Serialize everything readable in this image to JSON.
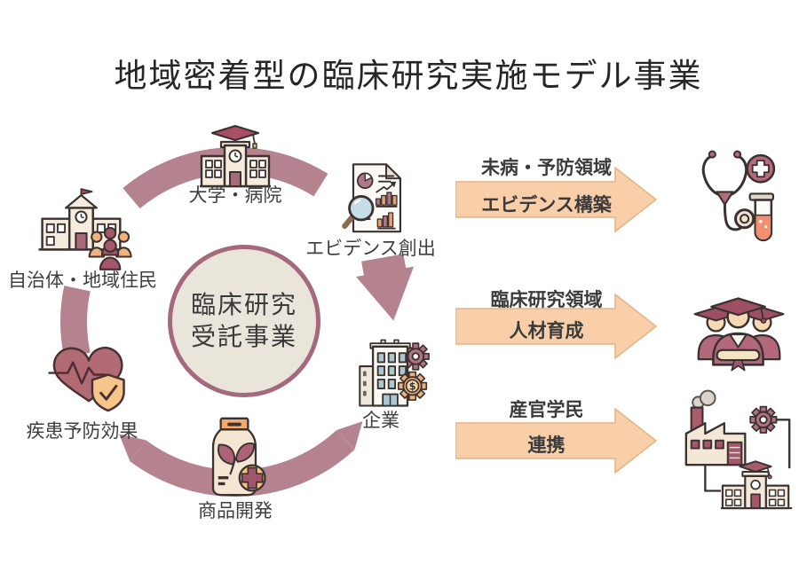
{
  "title": "地域密着型の臨床研究実施モデル事業",
  "cycle": {
    "center_line1": "臨床研究",
    "center_line2": "受託事業",
    "nodes": {
      "university": "大学・病院",
      "evidence": "エビデンス創出",
      "company": "企業",
      "product": "商品開発",
      "prevention": "疾患予防効果",
      "municipality": "自治体・地域住民"
    }
  },
  "outcomes": [
    {
      "area": "未病・予防領域",
      "action": "エビデンス構築",
      "icon": "medical-set-icon"
    },
    {
      "area": "臨床研究領域",
      "action": "人材育成",
      "icon": "graduates-icon"
    },
    {
      "area": "産官学民",
      "action": "連携",
      "icon": "industry-academia-link-icon"
    }
  ],
  "icons": [
    "university-hospital-icon",
    "townhall-residents-icon",
    "heart-shield-icon",
    "product-package-icon",
    "evidence-report-icon",
    "company-gears-icon",
    "medical-set-icon",
    "graduates-icon",
    "industry-academia-link-icon"
  ],
  "colors": {
    "ring": "#b5828f",
    "down_arrow": "#b5828f",
    "circle_fill": "#e9e5da",
    "circle_border": "#a4697c",
    "arrow_fill": "#f8cfa8",
    "arrow_border": "#e5b185",
    "mauve_dark": "#a4566b",
    "orange": "#f2a96c"
  }
}
